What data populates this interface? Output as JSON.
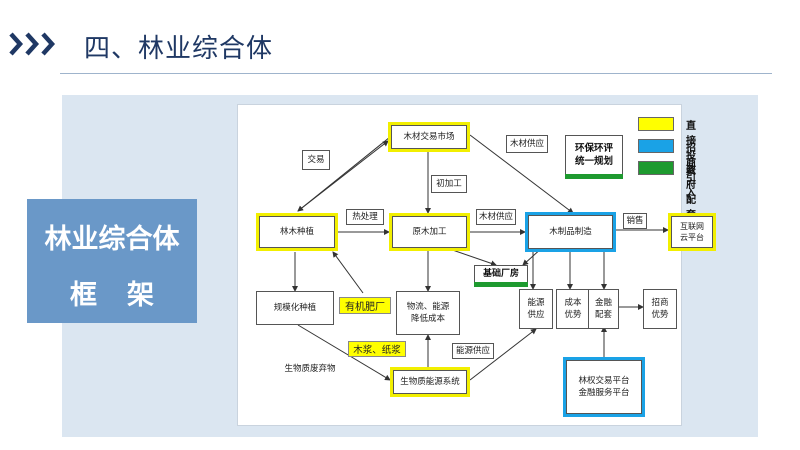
{
  "header": {
    "title": "四、林业综合体"
  },
  "side_label": {
    "line1": "林业综合体",
    "line2": "框架"
  },
  "legend": {
    "items": [
      {
        "label": "直接投资",
        "color": "#ffff00"
      },
      {
        "label": "招商引入",
        "color": "#1aa2e6"
      },
      {
        "label": "政府配套",
        "color": "#1e9a2f"
      }
    ]
  },
  "nodes": {
    "wood_market": "木材交易市场",
    "forest_planting": "林木种植",
    "log_processing": "原木加工",
    "wood_products": "木制品制造",
    "eco_plan": "环保环评\n统一规划",
    "infrastructure": "基础厂房",
    "internet": "互联网\n云平台",
    "scale_planting": "规模化种植",
    "organic_fertilizer": "有机肥厂",
    "logistics": "物流、能源\n降低成本",
    "energy_supply": "能源\n供应",
    "cost_advantage": "成本\n优势",
    "finance_support": "金融\n配套",
    "investment_advantage": "招商\n优势",
    "biomass_waste": "生物质废弃物",
    "biomass_energy": "生物质能源系统",
    "finance_platform": "林权交易平台\n金融服务平台"
  },
  "edge_labels": {
    "trade": "交易",
    "primary_processing": "初加工",
    "wood_supply_top": "木材供应",
    "heat_treatment": "热处理",
    "wood_supply_mid": "木材供应",
    "sales": "销售",
    "pulp_paper": "木浆、纸浆",
    "energy_supply_edge": "能源供应"
  }
}
